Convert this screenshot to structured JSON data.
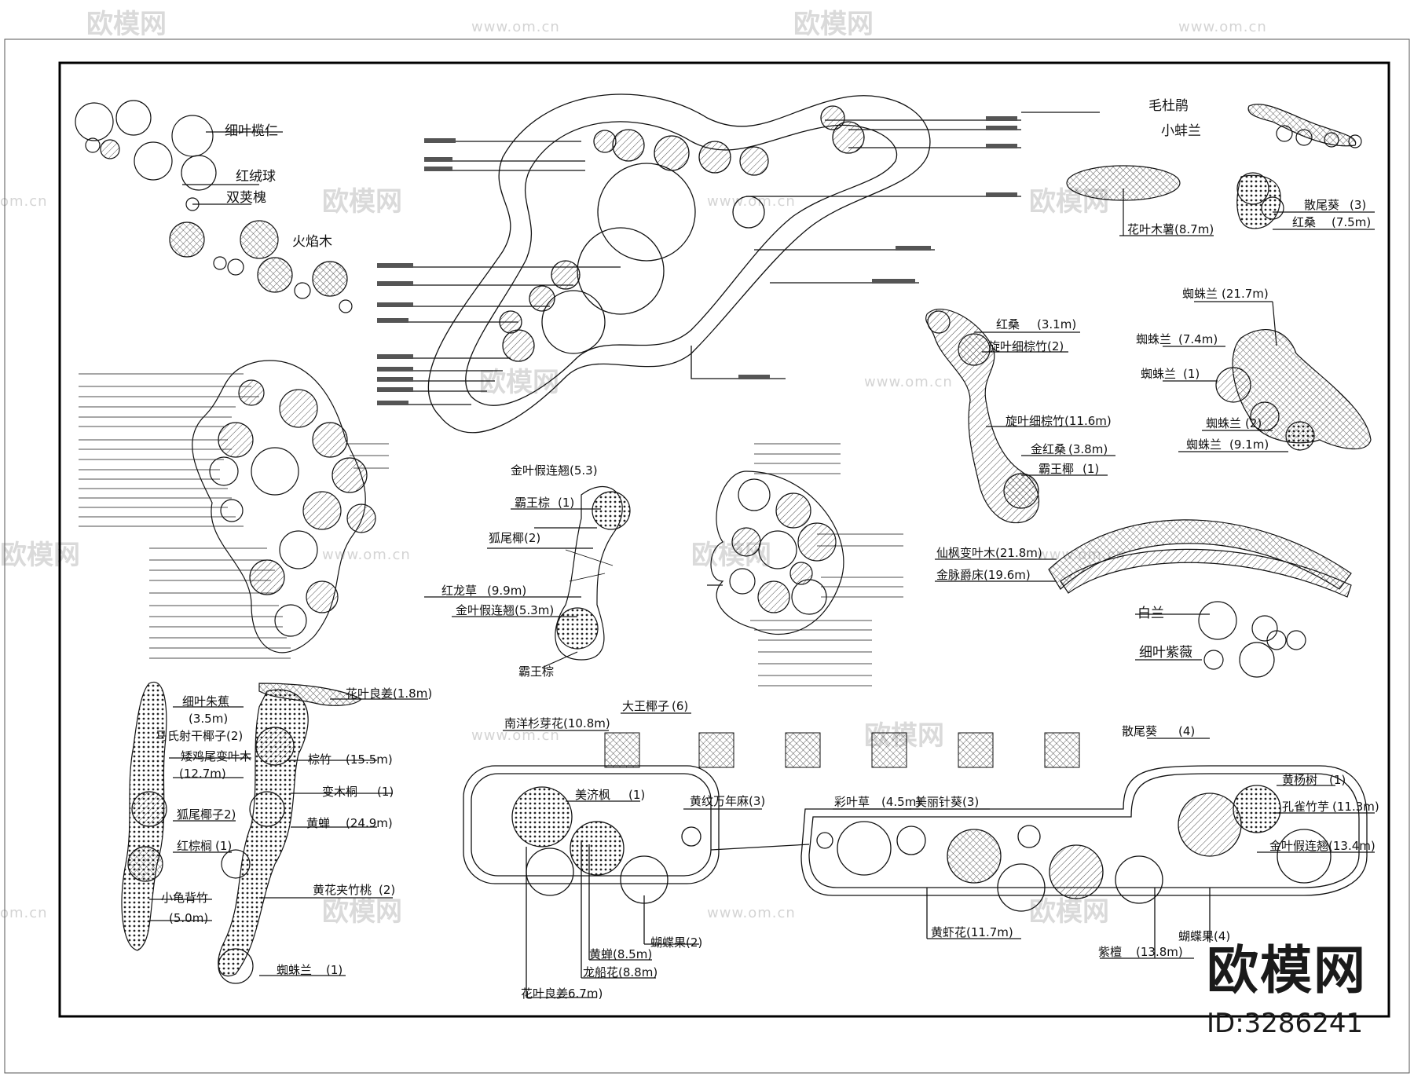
{
  "watermark": {
    "logo": "欧模网",
    "url": "www.om.cn",
    "url_short": "om.cn"
  },
  "brand": {
    "name": "欧模网",
    "id": "ID:3286241"
  },
  "groups": {
    "top_left": [
      "细叶榄仁",
      "红绒球",
      "双荚槐",
      "火焰木"
    ],
    "top_right": [
      "毛杜鹃",
      "小蚌兰",
      "花叶木薯(8.7m)",
      "散尾葵",
      "(3)",
      "红桑",
      "(7.5m)"
    ],
    "right_mid": [
      "蜘蛛兰",
      "(21.7m)",
      "蜘蛛兰",
      "(7.4m)",
      "蜘蛛兰",
      "(1)",
      "蜘蛛兰",
      "(2)",
      "蜘蛛兰",
      "(9.1m)"
    ],
    "curved_bed": [
      "红桑",
      "(3.1m)",
      "旋叶细棕竹(2)",
      "旋叶细棕竹(11.6m)",
      "金红桑",
      "(3.8m)",
      "霸王椰",
      "(1)"
    ],
    "arc_bed": [
      "仙枫变叶木(21.8m)",
      "金脉爵床(19.6m)"
    ],
    "white_orchid": [
      "白兰",
      "细叶紫薇"
    ],
    "center_small": [
      "金叶假连翘(5.3)",
      "霸王棕",
      "(1)",
      "狐尾椰(2)",
      "红龙草",
      "(9.9m)",
      "金叶假连翘(5.3m)",
      "霸王棕"
    ],
    "bottom_left": [
      "细叶朱蕉",
      "(3.5m)",
      "马氏射干椰子(2)",
      "矮鸡尾变叶木",
      "(12.7m)",
      "狐尾椰子2)",
      "红棕榈",
      "(1)",
      "小龟背竹",
      "(5.0m)",
      "花叶良姜",
      "(1.8m)",
      "棕竹",
      "(15.5m)",
      "变木桐",
      "(1)",
      "黄蝉",
      "(24.9m)",
      "黄花夹竹桃",
      "(2)",
      "蜘蛛兰",
      "(1)"
    ],
    "bottom_center": [
      "大王椰子",
      "(6)",
      "南洋杉芽花(10.8m)",
      "美济枫",
      "(1)",
      "黄纹万年麻(3)",
      "黄蝉(8.5m)",
      "蝴蝶果(2)",
      "龙船花(8.8m)",
      "花叶良姜6.7m)"
    ],
    "bottom_right": [
      "彩叶草",
      "(4.5m)",
      "美丽针葵(3)",
      "散尾葵",
      "(4)",
      "黄杨树",
      "(1)",
      "孔雀竹芋",
      "(11.3m)",
      "金叶假连翘(13.4m)",
      "黄虾花(11.7m)",
      "紫檀",
      "(13.8m)",
      "蝴蝶果(4)"
    ]
  }
}
